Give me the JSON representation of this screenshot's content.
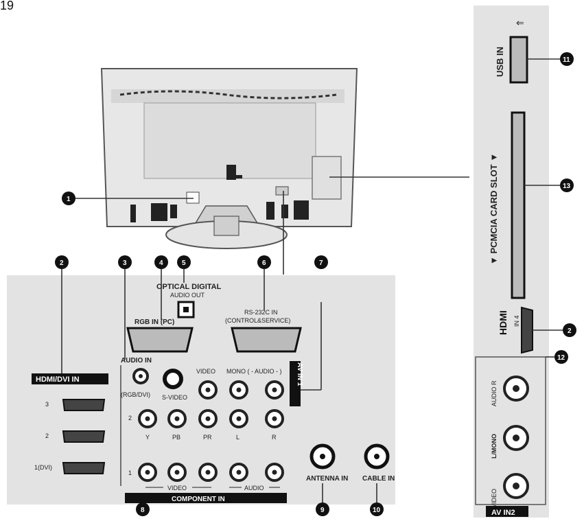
{
  "page_number": "19",
  "callouts": [
    "1",
    "2",
    "3",
    "4",
    "5",
    "6",
    "7",
    "8",
    "9",
    "10",
    "11",
    "12",
    "13"
  ],
  "main_panel": {
    "optical_label_1": "OPTICAL DIGITAL",
    "optical_label_2": "AUDIO OUT",
    "rgb_in": "RGB IN (PC)",
    "rs232c_1": "RS-232C IN",
    "rs232c_2": "(CONTROL&SERVICE)",
    "audio_in": "AUDIO IN",
    "audio_in_sub": "(RGB/DVI)",
    "hdmi_dvi_in": "HDMI/DVI IN",
    "hdmi_ports": [
      "3",
      "2",
      "1(DVI)"
    ],
    "s_video": "S-VIDEO",
    "video": "VIDEO",
    "mono_audio": "MONO ( - AUDIO - )",
    "audio_l": "L",
    "audio_r": "R",
    "av_in1": "AV IN 1",
    "component_rows": [
      "2",
      "1"
    ],
    "component_cols": [
      "Y",
      "PB",
      "PR"
    ],
    "component_video": "VIDEO",
    "component_audio": "AUDIO",
    "component_in": "COMPONENT IN",
    "antenna_in": "ANTENNA IN",
    "cable_in": "CABLE IN"
  },
  "side_panel": {
    "usb_in": "USB IN",
    "pcmcia": "▼ PCMCIA CARD SLOT ▼",
    "hdmi_in4": "IN 4",
    "audio_r": "AUDIO R",
    "audio_l_mono": "L/MONO",
    "video": "VIDEO",
    "av_in2": "AV IN2"
  }
}
